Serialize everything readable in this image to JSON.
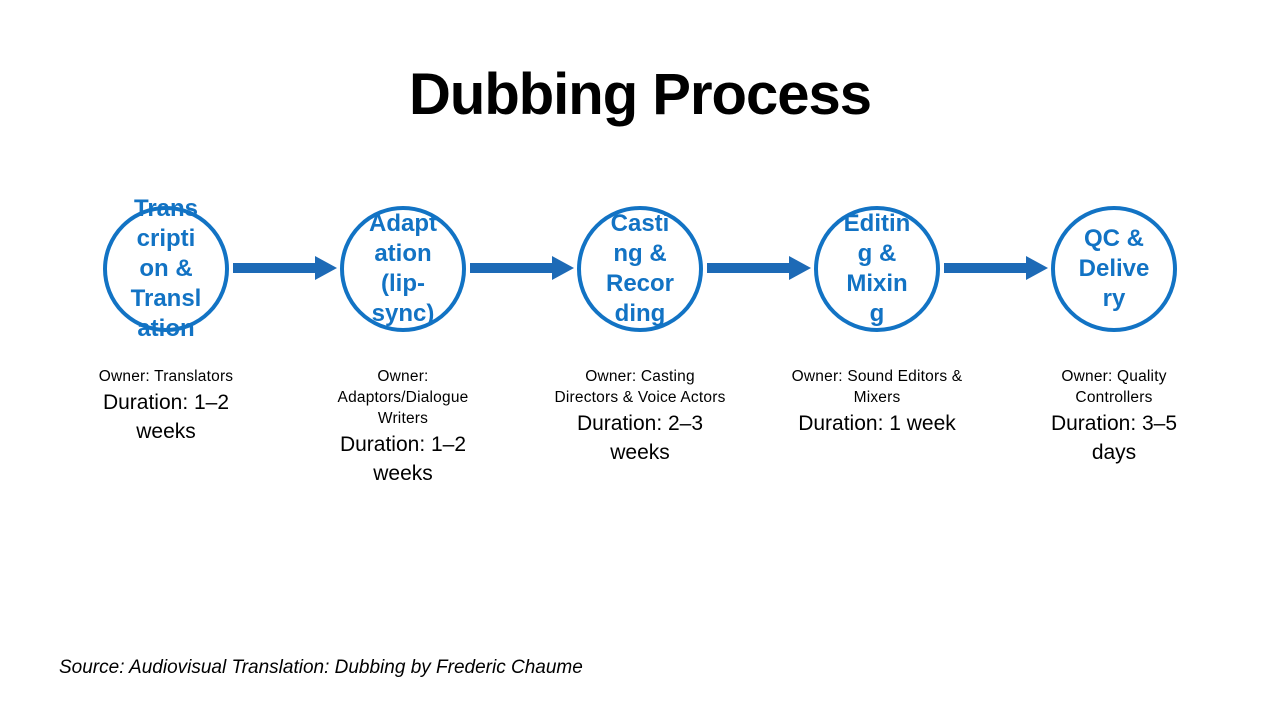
{
  "slide": {
    "title": "Dubbing Process",
    "source": "Source: Audiovisual Translation: Dubbing by Frederic Chaume"
  },
  "colors": {
    "circle_blue": "#1273c4",
    "arrow_blue": "#1d6ab6",
    "text_black": "#000000"
  },
  "stages": [
    {
      "label": "Trans\ncripti\non &\nTransl\nation",
      "owner": "Owner: Translators",
      "duration": "Duration: 1–2\nweeks"
    },
    {
      "label": "Adapt\nation\n(lip-\nsync)",
      "owner": "Owner:\nAdaptors/Dialogue\nWriters",
      "duration": "Duration: 1–2\nweeks"
    },
    {
      "label": "Casti\nng &\nRecor\nding",
      "owner": "Owner: Casting\nDirectors & Voice Actors",
      "duration": "Duration: 2–3\nweeks"
    },
    {
      "label": "Editin\ng &\nMixin\ng",
      "owner": "Owner: Sound Editors &\nMixers",
      "duration": "Duration: 1 week"
    },
    {
      "label": "QC &\nDelive\nry",
      "owner": "Owner: Quality\nControllers",
      "duration": "Duration: 3–5\ndays"
    }
  ]
}
